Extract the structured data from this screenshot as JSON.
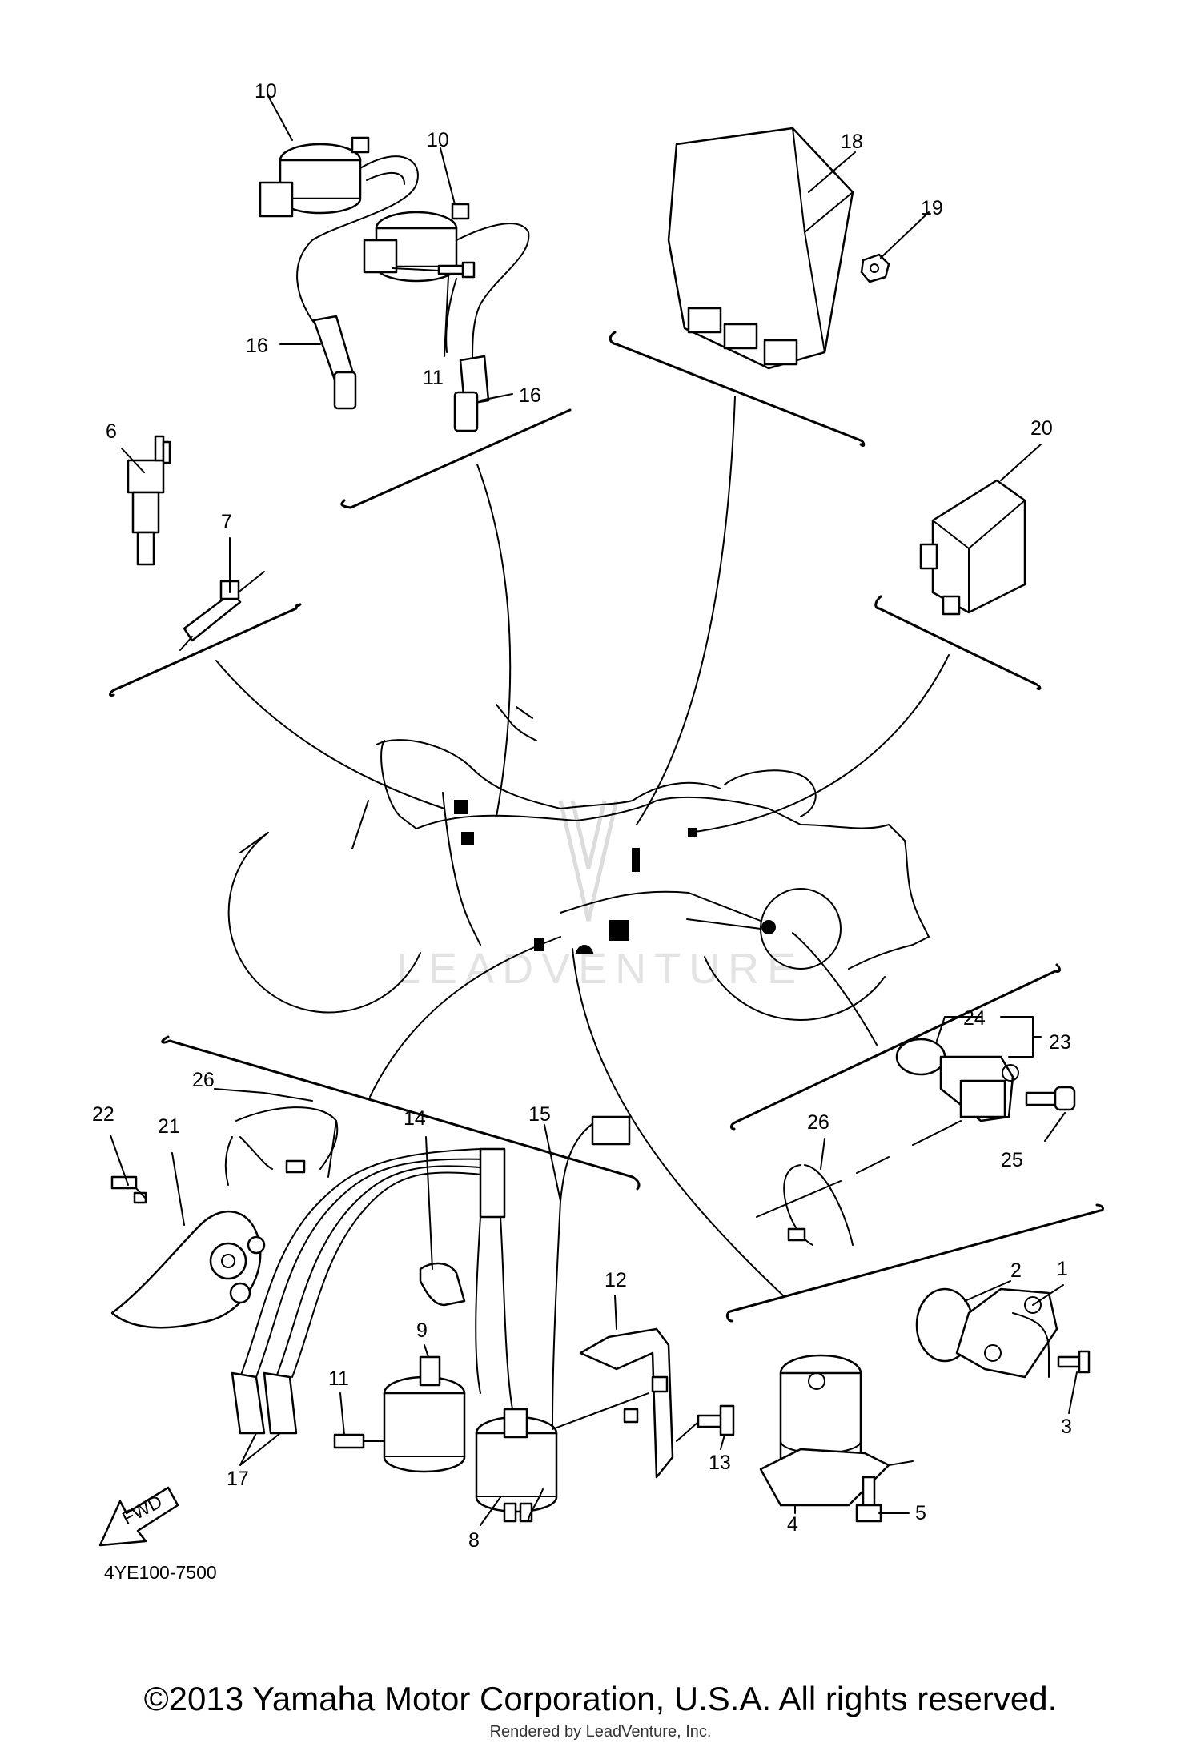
{
  "diagram": {
    "callouts": [
      {
        "id": "c10a",
        "label": "10"
      },
      {
        "id": "c10b",
        "label": "10"
      },
      {
        "id": "c18",
        "label": "18"
      },
      {
        "id": "c19",
        "label": "19"
      },
      {
        "id": "c16a",
        "label": "16"
      },
      {
        "id": "c11a",
        "label": "11"
      },
      {
        "id": "c16b",
        "label": "16"
      },
      {
        "id": "c6",
        "label": "6"
      },
      {
        "id": "c7",
        "label": "7"
      },
      {
        "id": "c20",
        "label": "20"
      },
      {
        "id": "c24",
        "label": "24"
      },
      {
        "id": "c23",
        "label": "23"
      },
      {
        "id": "c26a",
        "label": "26"
      },
      {
        "id": "c22",
        "label": "22"
      },
      {
        "id": "c21",
        "label": "21"
      },
      {
        "id": "c25",
        "label": "25"
      },
      {
        "id": "c26b",
        "label": "26"
      },
      {
        "id": "c14",
        "label": "14"
      },
      {
        "id": "c15",
        "label": "15"
      },
      {
        "id": "c2",
        "label": "2"
      },
      {
        "id": "c1",
        "label": "1"
      },
      {
        "id": "c12",
        "label": "12"
      },
      {
        "id": "c9",
        "label": "9"
      },
      {
        "id": "c11b",
        "label": "11"
      },
      {
        "id": "c3",
        "label": "3"
      },
      {
        "id": "c13",
        "label": "13"
      },
      {
        "id": "c17",
        "label": "17"
      },
      {
        "id": "c5",
        "label": "5"
      },
      {
        "id": "c4",
        "label": "4"
      },
      {
        "id": "c8",
        "label": "8"
      }
    ],
    "fwd_label": "FWD",
    "diagram_code": "4YE100-7500",
    "watermark": "LEADVENTURE"
  },
  "footer": {
    "copyright": "©2013 Yamaha Motor Corporation, U.S.A. All rights reserved.",
    "rendered_by": "Rendered by LeadVenture, Inc."
  }
}
